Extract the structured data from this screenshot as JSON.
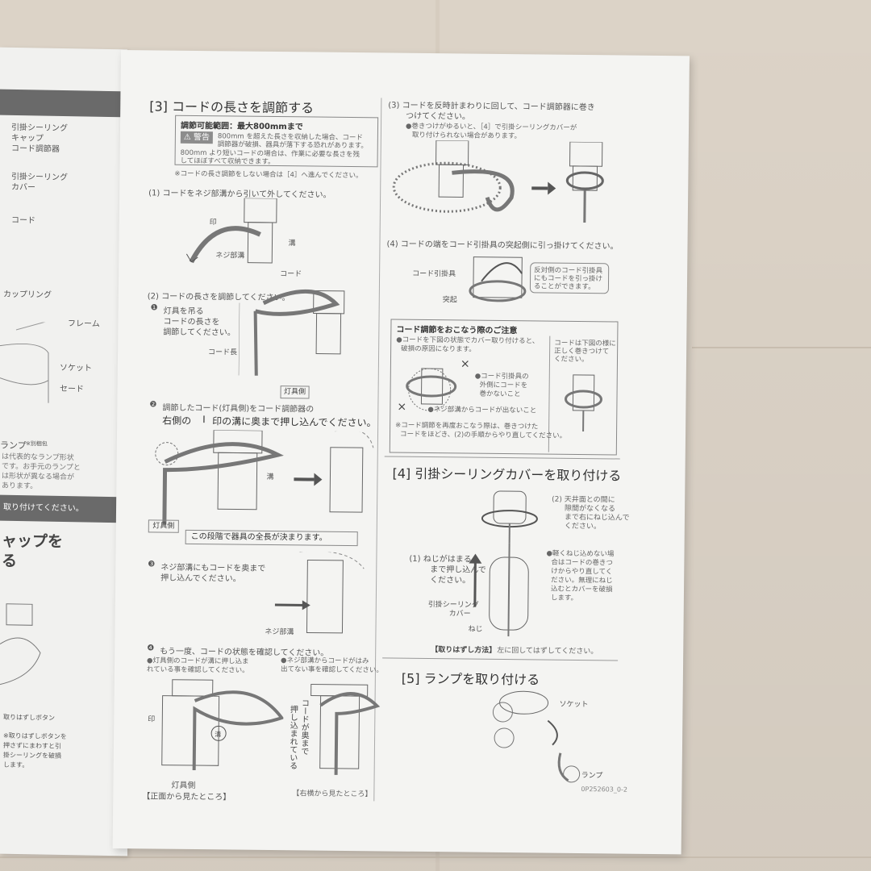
{
  "left_page": {
    "parts": [
      "引掛シーリング",
      "キャップ",
      "コード調節器",
      "引掛シーリング",
      "カバー",
      "コード",
      "カップリング",
      "フレーム",
      "ソケット",
      "セード"
    ],
    "lamp": "ランプ",
    "lamp_note": "※別梱包",
    "notes": [
      "は代表的なランプ形状",
      "です。お手元のランプと",
      "は形状が異なる場合が",
      "あります。"
    ],
    "bar": "取り付けてください。",
    "big": [
      "ャップを",
      "る"
    ],
    "release": "取りはずしボタン",
    "release_note": [
      "※取りはずしボタンを",
      "押さずにまわすと引",
      "掛シーリングを破損",
      "します。"
    ]
  },
  "s3": {
    "title": "[3]  コードの長さを調節する",
    "range_label": "調節可能範囲：最大800mmまで",
    "warning_label": "警告",
    "warning_text": [
      "800mm を超えた長さを収納した場合、コード",
      "調節器が破損、器具が落下する恐れがあります。"
    ],
    "short_note": [
      "800mm より短いコードの場合は、作業に必要な長さを残",
      "してほぼすべて収納できます。"
    ],
    "skip_note": "※コードの長さ調節をしない場合は［4］へ進んでください。",
    "step1": "(1)  コードをネジ部溝から引いて外してください。",
    "step1_labels": [
      "印",
      "溝",
      "ネジ部溝",
      "コード"
    ],
    "step2": "(2)  コードの長さを調節してください。",
    "step2_1": [
      "灯具を吊る",
      "コードの長さを",
      "調節してください。"
    ],
    "cord_length": "コード長",
    "lamp_side": "灯具側",
    "step2_2": [
      "調節したコード(灯具側)をコード調節器の",
      "右側の",
      "印の溝に奥まで押し込んでください。"
    ],
    "groove": "溝",
    "fixed_note": "この段階で器具の全長が決まります。",
    "step2_3": [
      "ネジ部溝にもコードを奥まで",
      "押し込んでください。"
    ],
    "screw_groove": "ネジ部溝",
    "step2_4": "もう一度、コードの状態を確認してください。",
    "check_a": [
      "●灯具側のコードが溝に押し込ま",
      "れている事を確認してください。"
    ],
    "check_b": [
      "●ネジ部溝からコードがはみ",
      "出てない事を確認してください。"
    ],
    "vertical_a": "押し込まれている",
    "vertical_b": "コードが奥まで",
    "mark": "印",
    "front_view": "【正面から見たところ】",
    "side_view": "【右横から見たところ】"
  },
  "right": {
    "step3": [
      "(3)  コードを反時計まわりに回して、コード調節器に巻き",
      "つけてください。"
    ],
    "step3_note": [
      "●巻きつけがゆるいと、［4］で引掛シーリングカバーが",
      "取り付けられない場合があります。"
    ],
    "step4": "(4)  コードの端をコード引掛具の突起側に引っ掛けてください。",
    "hook": "コード引掛具",
    "protrusion": "突起",
    "reverse_note": [
      "反対側のコード引掛具",
      "にもコードを引っ掛け",
      "ることができます。"
    ],
    "caution_title": "コード調節をおこなう際のご注意",
    "caution_1": [
      "●コードを下図の状態でカバー取り付けると、",
      "破損の原因になります。"
    ],
    "caution_right": [
      "コードは下図の様に",
      "正しく巻きつけて",
      "ください。"
    ],
    "caution_a": [
      "●コード引掛具の",
      "外側にコードを",
      "巻かないこと"
    ],
    "caution_b": "●ネジ部溝からコードが出ないこと",
    "caution_c": [
      "※コード調節を再度おこなう際は、巻きつけた",
      "コードをほどき、(2)の手順からやり直してください。"
    ],
    "s4_title": "[4]  引掛シーリングカバーを取り付ける",
    "s4_2": [
      "(2)  天井面との間に",
      "隙間がなくなる",
      "まで右にねじ込んで",
      "ください。"
    ],
    "s4_1": [
      "(1)  ねじがはまる",
      "まで押し込んで",
      "ください。"
    ],
    "s4_note": [
      "●軽くねじ込めない場",
      "合はコードの巻きつ",
      "けからやり直してく",
      "ださい。無理にねじ",
      "込むとカバーを破損",
      "します。"
    ],
    "cover": [
      "引掛シーリング",
      "カバー"
    ],
    "screw": "ねじ",
    "remove_label": "【取りはずし方法】",
    "remove_text": "左に回してはずしてください。",
    "s5_title": "[5]  ランプを取り付ける",
    "socket": "ソケット",
    "lamp": "ランプ",
    "code": "0P252603_0-2"
  }
}
